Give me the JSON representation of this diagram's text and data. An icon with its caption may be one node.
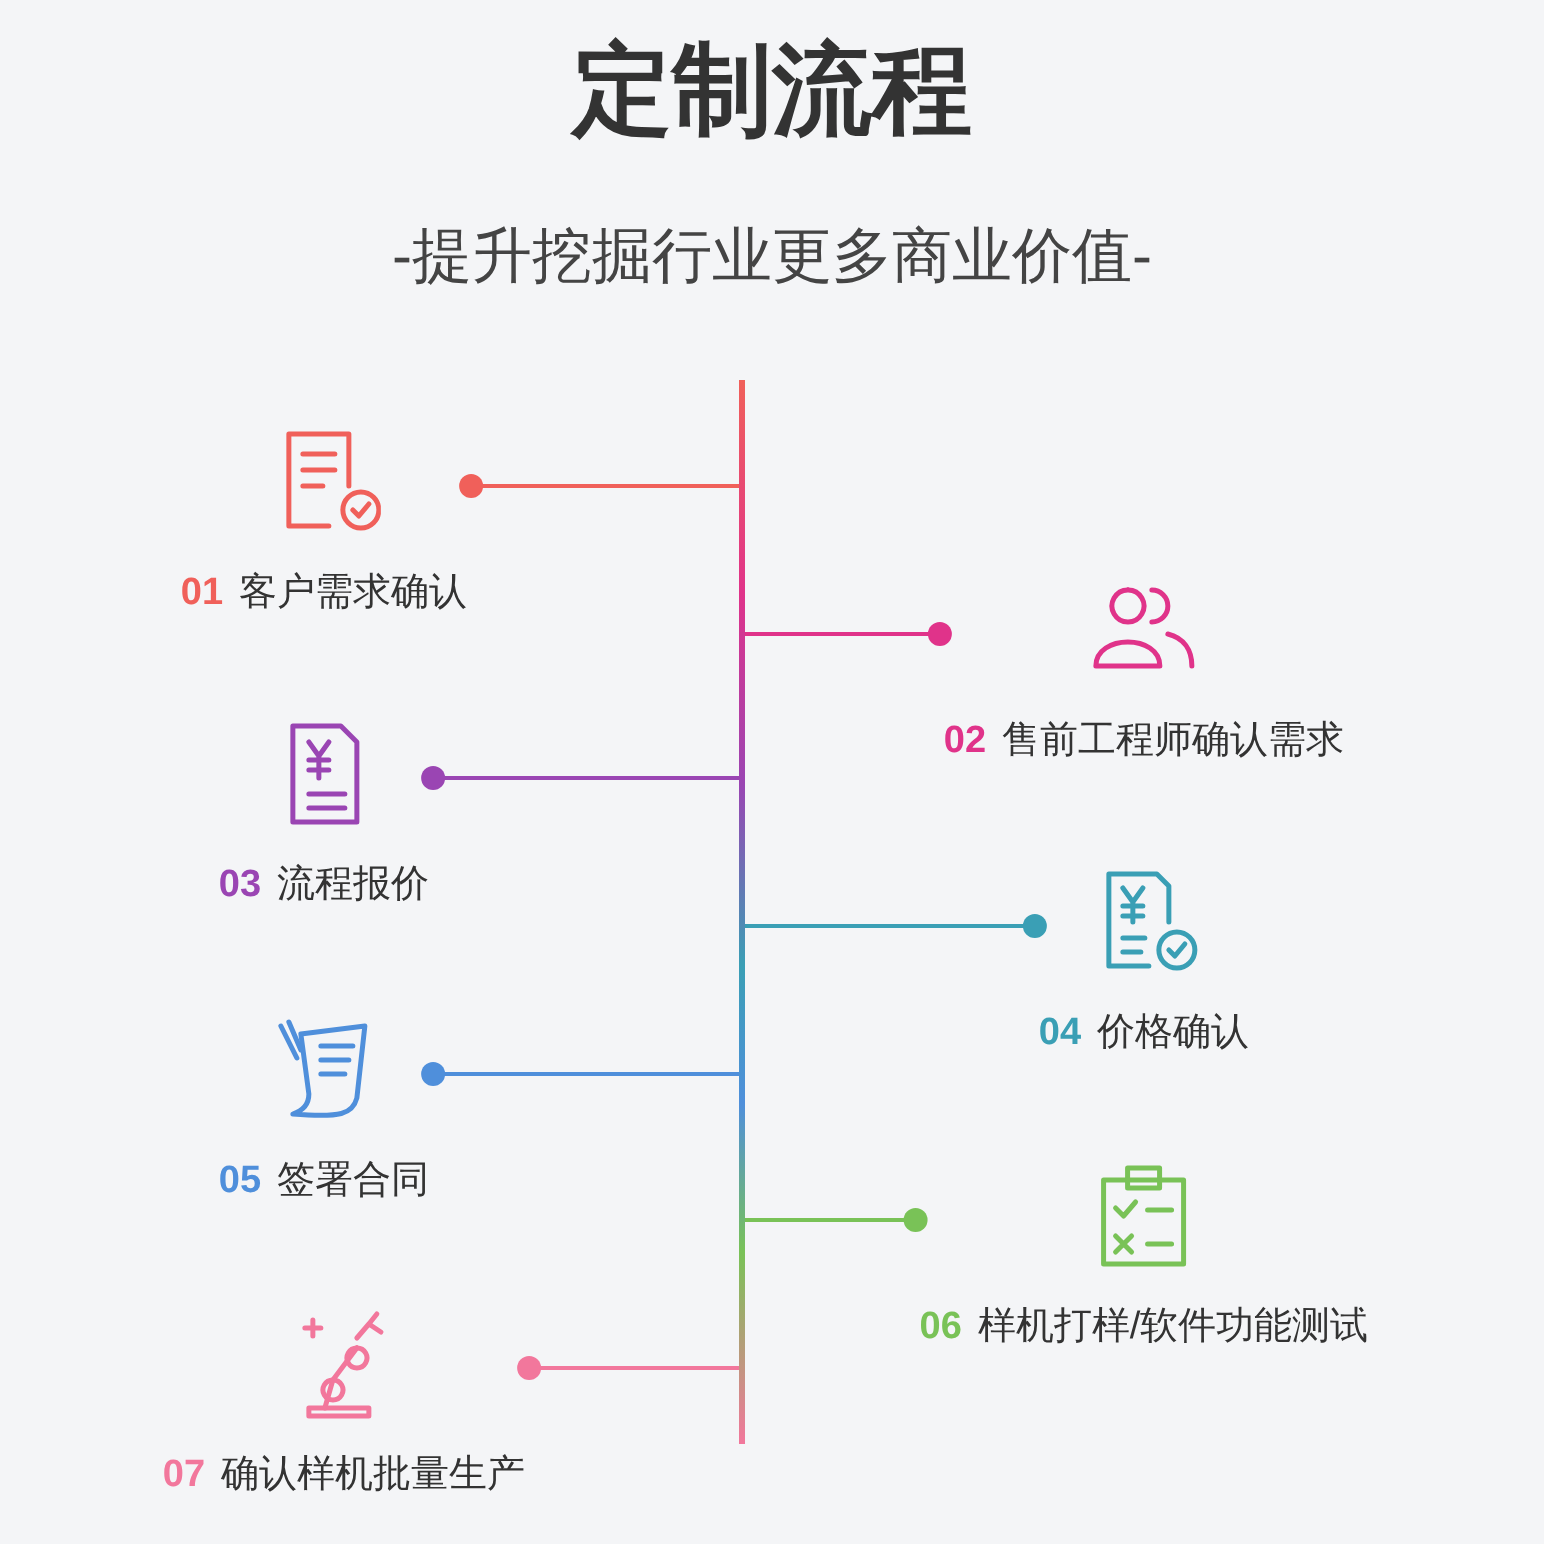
{
  "diagram": {
    "title": "定制流程",
    "caption": "-提升挖掘行业更多商业价值-",
    "nodes": [
      {
        "text": [],
        "shape": "bar"
      },
      {
        "text": [
          "01",
          "客户需求确认"
        ]
      },
      {
        "text": [
          "02",
          "售前工程师确认需求"
        ]
      },
      {
        "text": [
          "03",
          "流程报价"
        ]
      },
      {
        "text": [
          "04",
          "价格确认"
        ]
      },
      {
        "text": [
          "05",
          "签署合同"
        ]
      },
      {
        "text": [
          "06",
          "样机打样/软件功能测试"
        ]
      },
      {
        "text": [
          "07",
          "确认样机批量生产"
        ]
      }
    ],
    "edges": [
      {
        "from": 0,
        "to": 1,
        "arrow": "other",
        "color": "#f0605a"
      },
      {
        "from": 0,
        "to": 2,
        "arrow": "other",
        "color": "#e0338a"
      },
      {
        "from": 0,
        "to": 3,
        "arrow": "other",
        "color": "#9a45b3"
      },
      {
        "from": 0,
        "to": 4,
        "arrow": "other",
        "color": "#3a9fb5"
      },
      {
        "from": 0,
        "to": 5,
        "arrow": "other",
        "color": "#4f8fdb"
      },
      {
        "from": 0,
        "to": 6,
        "arrow": "other",
        "color": "#79c257"
      },
      {
        "from": 0,
        "to": 7,
        "arrow": "other",
        "color": "#f2779c"
      }
    ]
  }
}
